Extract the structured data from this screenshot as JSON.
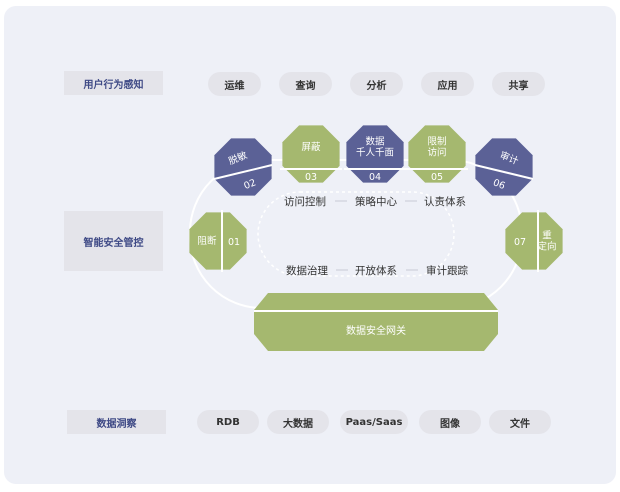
{
  "rows": {
    "top": {
      "label": "用户行为感知",
      "items": [
        "运维",
        "查询",
        "分析",
        "应用",
        "共享"
      ]
    },
    "middle": {
      "label": "智能安全管控"
    },
    "bottom": {
      "label": "数据洞察",
      "items": [
        "RDB",
        "大数据",
        "Paas/Saas",
        "图像",
        "文件"
      ]
    }
  },
  "controls": [
    {
      "number": "01",
      "lines": [
        "阻断"
      ],
      "color": "green"
    },
    {
      "number": "02",
      "lines": [
        "脱敏"
      ],
      "color": "purple"
    },
    {
      "number": "03",
      "lines": [
        "屏蔽"
      ],
      "color": "green"
    },
    {
      "number": "04",
      "lines": [
        "数据",
        "千人千面"
      ],
      "color": "purple"
    },
    {
      "number": "05",
      "lines": [
        "限制",
        "访问"
      ],
      "color": "green"
    },
    {
      "number": "06",
      "lines": [
        "审计"
      ],
      "color": "purple"
    },
    {
      "number": "07",
      "lines": [
        "重",
        "定向"
      ],
      "color": "green"
    }
  ],
  "center": {
    "top_row": [
      "访问控制",
      "策略中心",
      "认责体系"
    ],
    "bottom_row": [
      "数据治理",
      "开放体系",
      "审计跟踪"
    ]
  },
  "gateway": {
    "label": "数据安全网关"
  },
  "colors": {
    "green": "#a5b86f",
    "purple": "#5b6196",
    "label_text": "#3f4a86",
    "pill_bg": "#e4e4ea",
    "panel_bg": "#eef0f7"
  }
}
